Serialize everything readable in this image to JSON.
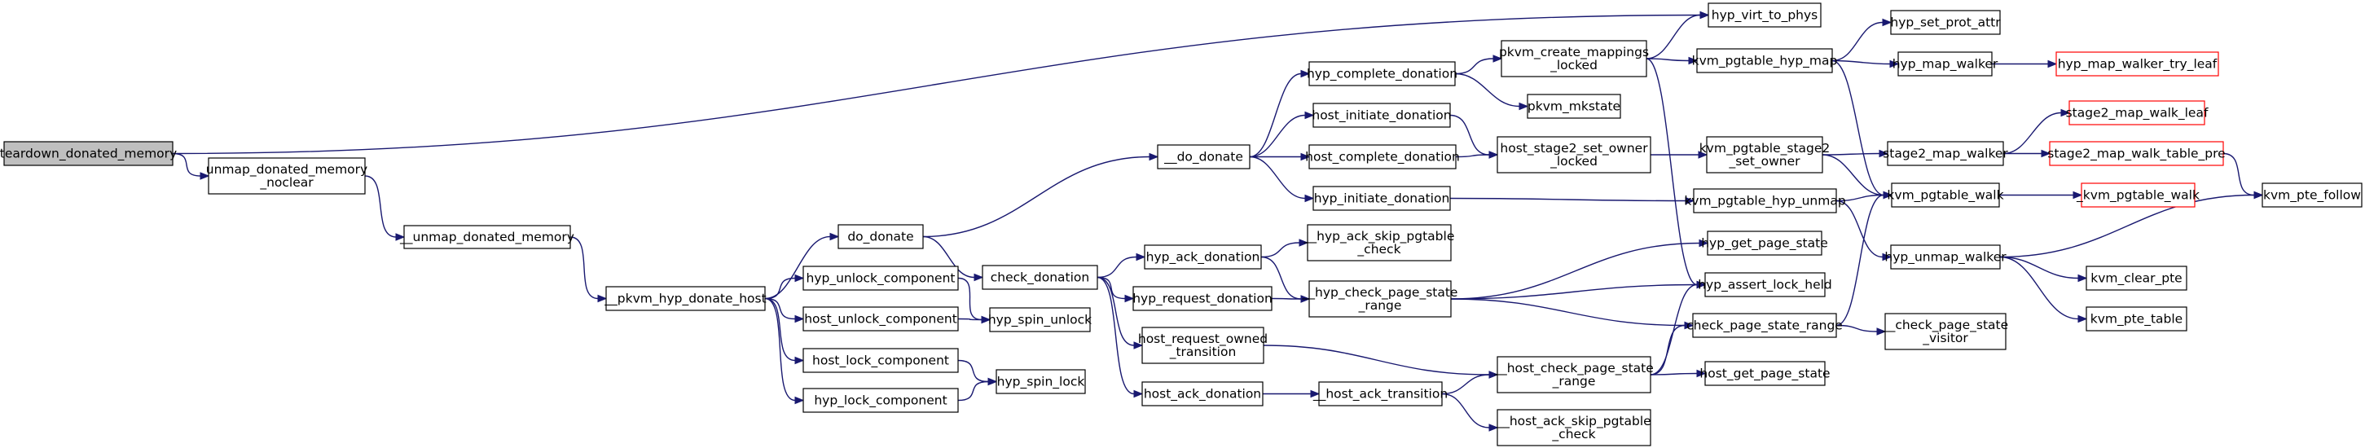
{
  "colors": {
    "edge": "#191970",
    "root_fill": "#bfbfbf",
    "node_border": "#000000",
    "truncated_border": "#ff0000"
  },
  "nodes": {
    "teardown_donated_memory": {
      "lines": [
        "teardown_donated_memory"
      ]
    },
    "unmap_donated_memory_noclear": {
      "lines": [
        "unmap_donated_memory",
        "_noclear"
      ]
    },
    "unmap_donated_memory": {
      "lines": [
        "__unmap_donated_memory"
      ]
    },
    "pkvm_hyp_donate_host": {
      "lines": [
        "__pkvm_hyp_donate_host"
      ]
    },
    "do_donate": {
      "lines": [
        "do_donate"
      ]
    },
    "hyp_unlock_component": {
      "lines": [
        "hyp_unlock_component"
      ]
    },
    "host_unlock_component": {
      "lines": [
        "host_unlock_component"
      ]
    },
    "host_lock_component": {
      "lines": [
        "host_lock_component"
      ]
    },
    "hyp_lock_component": {
      "lines": [
        "hyp_lock_component"
      ]
    },
    "do_donate_inner": {
      "lines": [
        "__do_donate"
      ]
    },
    "check_donation": {
      "lines": [
        "check_donation"
      ]
    },
    "hyp_spin_unlock": {
      "lines": [
        "hyp_spin_unlock"
      ]
    },
    "hyp_spin_lock": {
      "lines": [
        "hyp_spin_lock"
      ]
    },
    "hyp_complete_donation": {
      "lines": [
        "hyp_complete_donation"
      ]
    },
    "host_initiate_donation": {
      "lines": [
        "host_initiate_donation"
      ]
    },
    "host_complete_donation": {
      "lines": [
        "host_complete_donation"
      ]
    },
    "hyp_initiate_donation": {
      "lines": [
        "hyp_initiate_donation"
      ]
    },
    "hyp_ack_donation": {
      "lines": [
        "hyp_ack_donation"
      ]
    },
    "hyp_request_donation": {
      "lines": [
        "hyp_request_donation"
      ]
    },
    "host_request_owned_transition": {
      "lines": [
        "host_request_owned",
        "_transition"
      ]
    },
    "host_ack_donation": {
      "lines": [
        "host_ack_donation"
      ]
    },
    "pkvm_create_mappings_locked": {
      "lines": [
        "pkvm_create_mappings",
        "_locked"
      ]
    },
    "pkvm_mkstate": {
      "lines": [
        "pkvm_mkstate"
      ]
    },
    "host_stage2_set_owner_locked": {
      "lines": [
        "host_stage2_set_owner",
        "_locked"
      ]
    },
    "hyp_ack_skip_pgtable_check": {
      "lines": [
        "__hyp_ack_skip_pgtable",
        "_check"
      ]
    },
    "hyp_check_page_state_range": {
      "lines": [
        "__hyp_check_page_state",
        "_range"
      ]
    },
    "host_ack_transition": {
      "lines": [
        "__host_ack_transition"
      ]
    },
    "hyp_virt_to_phys": {
      "lines": [
        "hyp_virt_to_phys"
      ]
    },
    "kvm_pgtable_hyp_map": {
      "lines": [
        "kvm_pgtable_hyp_map"
      ]
    },
    "kvm_pgtable_stage2_set_owner": {
      "lines": [
        "kvm_pgtable_stage2",
        "_set_owner"
      ]
    },
    "kvm_pgtable_hyp_unmap": {
      "lines": [
        "kvm_pgtable_hyp_unmap"
      ]
    },
    "hyp_get_page_state": {
      "lines": [
        "hyp_get_page_state"
      ]
    },
    "hyp_assert_lock_held": {
      "lines": [
        "hyp_assert_lock_held"
      ]
    },
    "host_check_page_state_range": {
      "lines": [
        "__host_check_page_state",
        "_range"
      ]
    },
    "host_ack_skip_pgtable_check": {
      "lines": [
        "__host_ack_skip_pgtable",
        "_check"
      ]
    },
    "check_page_state_range": {
      "lines": [
        "check_page_state_range"
      ]
    },
    "host_get_page_state": {
      "lines": [
        "host_get_page_state"
      ]
    },
    "hyp_set_prot_attr": {
      "lines": [
        "hyp_set_prot_attr"
      ]
    },
    "hyp_map_walker": {
      "lines": [
        "hyp_map_walker"
      ]
    },
    "stage2_map_walker": {
      "lines": [
        "stage2_map_walker"
      ]
    },
    "kvm_pgtable_walk": {
      "lines": [
        "kvm_pgtable_walk"
      ]
    },
    "hyp_unmap_walker": {
      "lines": [
        "hyp_unmap_walker"
      ]
    },
    "check_page_state_visitor": {
      "lines": [
        "__check_page_state",
        "_visitor"
      ]
    },
    "hyp_map_walker_try_leaf": {
      "lines": [
        "hyp_map_walker_try_leaf"
      ]
    },
    "stage2_map_walk_leaf": {
      "lines": [
        "stage2_map_walk_leaf"
      ]
    },
    "stage2_map_walk_table_pre": {
      "lines": [
        "stage2_map_walk_table_pre"
      ]
    },
    "kvm_pgtable_walk_inner": {
      "lines": [
        "_kvm_pgtable_walk"
      ]
    },
    "kvm_clear_pte": {
      "lines": [
        "kvm_clear_pte"
      ]
    },
    "kvm_pte_table": {
      "lines": [
        "kvm_pte_table"
      ]
    },
    "kvm_pte_follow": {
      "lines": [
        "kvm_pte_follow"
      ]
    }
  },
  "edges": [
    [
      "teardown_donated_memory",
      "hyp_virt_to_phys"
    ],
    [
      "teardown_donated_memory",
      "unmap_donated_memory_noclear"
    ],
    [
      "unmap_donated_memory_noclear",
      "unmap_donated_memory"
    ],
    [
      "unmap_donated_memory",
      "pkvm_hyp_donate_host"
    ],
    [
      "pkvm_hyp_donate_host",
      "do_donate"
    ],
    [
      "pkvm_hyp_donate_host",
      "hyp_unlock_component"
    ],
    [
      "pkvm_hyp_donate_host",
      "host_unlock_component"
    ],
    [
      "pkvm_hyp_donate_host",
      "host_lock_component"
    ],
    [
      "pkvm_hyp_donate_host",
      "hyp_lock_component"
    ],
    [
      "do_donate",
      "do_donate_inner"
    ],
    [
      "do_donate",
      "check_donation"
    ],
    [
      "hyp_unlock_component",
      "hyp_spin_unlock"
    ],
    [
      "host_unlock_component",
      "hyp_spin_unlock"
    ],
    [
      "host_lock_component",
      "hyp_spin_lock"
    ],
    [
      "hyp_lock_component",
      "hyp_spin_lock"
    ],
    [
      "do_donate_inner",
      "hyp_complete_donation"
    ],
    [
      "do_donate_inner",
      "host_initiate_donation"
    ],
    [
      "do_donate_inner",
      "host_complete_donation"
    ],
    [
      "do_donate_inner",
      "hyp_initiate_donation"
    ],
    [
      "check_donation",
      "hyp_ack_donation"
    ],
    [
      "check_donation",
      "hyp_request_donation"
    ],
    [
      "check_donation",
      "host_request_owned_transition"
    ],
    [
      "check_donation",
      "host_ack_donation"
    ],
    [
      "hyp_complete_donation",
      "pkvm_create_mappings_locked"
    ],
    [
      "hyp_complete_donation",
      "pkvm_mkstate"
    ],
    [
      "host_initiate_donation",
      "host_stage2_set_owner_locked"
    ],
    [
      "host_complete_donation",
      "host_stage2_set_owner_locked"
    ],
    [
      "hyp_initiate_donation",
      "kvm_pgtable_hyp_unmap"
    ],
    [
      "hyp_ack_donation",
      "hyp_ack_skip_pgtable_check"
    ],
    [
      "hyp_ack_donation",
      "hyp_check_page_state_range"
    ],
    [
      "hyp_request_donation",
      "hyp_check_page_state_range"
    ],
    [
      "host_request_owned_transition",
      "host_check_page_state_range"
    ],
    [
      "host_ack_donation",
      "host_ack_transition"
    ],
    [
      "pkvm_create_mappings_locked",
      "hyp_virt_to_phys"
    ],
    [
      "pkvm_create_mappings_locked",
      "kvm_pgtable_hyp_map"
    ],
    [
      "pkvm_create_mappings_locked",
      "hyp_assert_lock_held"
    ],
    [
      "host_stage2_set_owner_locked",
      "kvm_pgtable_stage2_set_owner"
    ],
    [
      "hyp_check_page_state_range",
      "hyp_get_page_state"
    ],
    [
      "hyp_check_page_state_range",
      "hyp_assert_lock_held"
    ],
    [
      "hyp_check_page_state_range",
      "check_page_state_range"
    ],
    [
      "host_ack_transition",
      "host_check_page_state_range"
    ],
    [
      "host_ack_transition",
      "host_ack_skip_pgtable_check"
    ],
    [
      "kvm_pgtable_hyp_map",
      "hyp_set_prot_attr"
    ],
    [
      "kvm_pgtable_hyp_map",
      "hyp_map_walker"
    ],
    [
      "kvm_pgtable_hyp_map",
      "kvm_pgtable_walk"
    ],
    [
      "kvm_pgtable_stage2_set_owner",
      "stage2_map_walker"
    ],
    [
      "kvm_pgtable_stage2_set_owner",
      "kvm_pgtable_walk"
    ],
    [
      "kvm_pgtable_hyp_unmap",
      "kvm_pgtable_walk"
    ],
    [
      "kvm_pgtable_hyp_unmap",
      "hyp_unmap_walker"
    ],
    [
      "host_check_page_state_range",
      "hyp_assert_lock_held"
    ],
    [
      "host_check_page_state_range",
      "check_page_state_range"
    ],
    [
      "host_check_page_state_range",
      "host_get_page_state"
    ],
    [
      "check_page_state_range",
      "kvm_pgtable_walk"
    ],
    [
      "check_page_state_range",
      "check_page_state_visitor"
    ],
    [
      "hyp_map_walker",
      "hyp_map_walker_try_leaf"
    ],
    [
      "stage2_map_walker",
      "stage2_map_walk_leaf"
    ],
    [
      "stage2_map_walker",
      "stage2_map_walk_table_pre"
    ],
    [
      "stage2_map_walk_table_pre",
      "kvm_pte_follow"
    ],
    [
      "kvm_pgtable_walk",
      "kvm_pgtable_walk_inner"
    ],
    [
      "hyp_unmap_walker",
      "kvm_pte_follow"
    ],
    [
      "hyp_unmap_walker",
      "kvm_clear_pte"
    ],
    [
      "hyp_unmap_walker",
      "kvm_pte_table"
    ]
  ]
}
